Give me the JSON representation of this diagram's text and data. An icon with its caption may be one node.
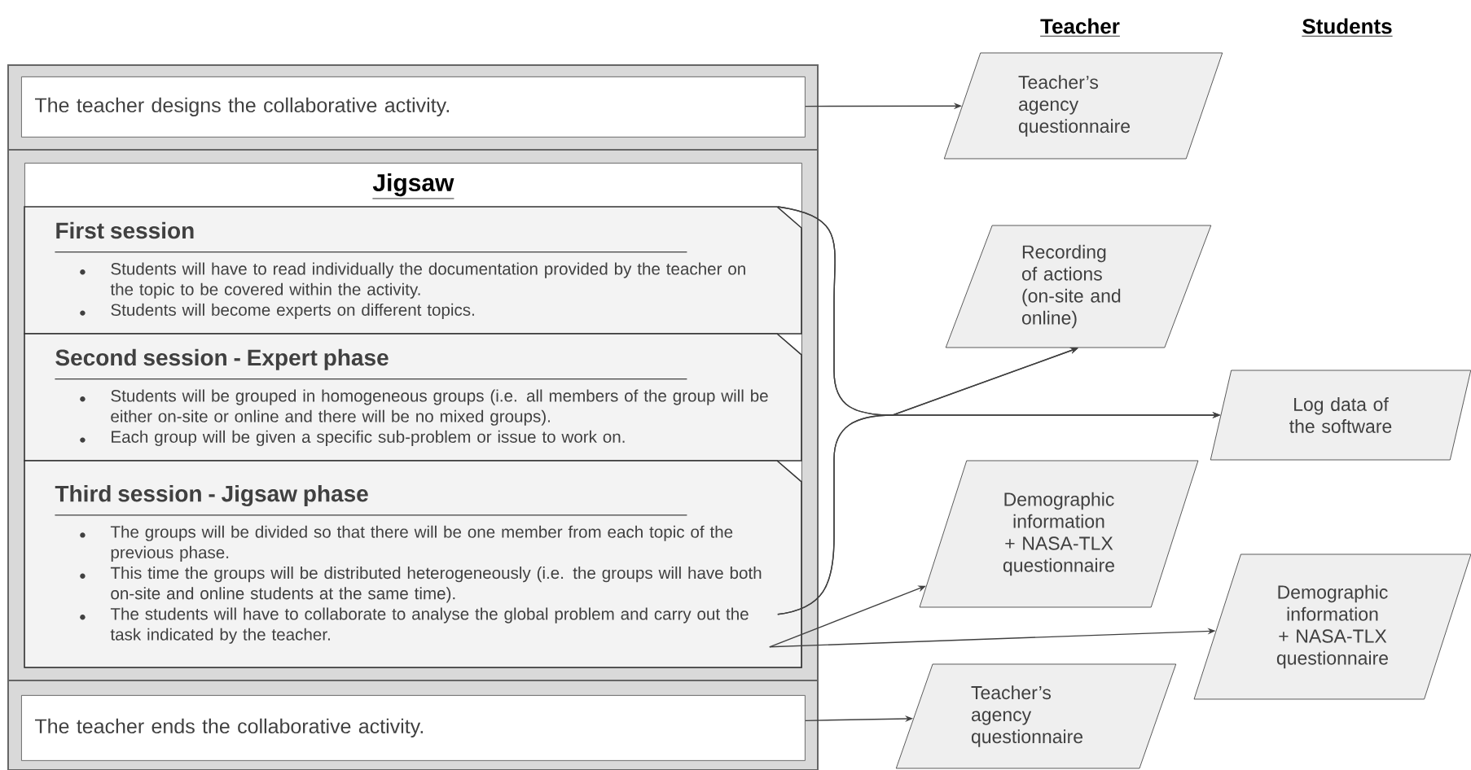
{
  "diagram": {
    "nodes": [
      {
        "text": [
          "The teacher designs the collaborative activity."
        ]
      },
      {
        "text": [
          "Jigsaw"
        ]
      },
      {
        "text": [
          "First session",
          "Students will have to read individually the documentation provided by the teacher on the topic to be covered within the activity.",
          "Students will become experts on different topics."
        ],
        "in": 1
      },
      {
        "text": [
          "Second session - Expert phase",
          "Students will be grouped in homogeneous groups (i.e. all members of the group will be either on-site or online and there will be no mixed groups).",
          "Each group will be given a specific sub-problem or issue to work on."
        ],
        "in": 1
      },
      {
        "text": [
          "Third session - Jigsaw phase",
          "The groups will be divided so that there will be one member from each topic of the previous phase.",
          "This time the groups will be distributed heterogeneously (i.e. the groups will have both on-site and online students at the same time).",
          "The students will have to collaborate to analyse the global problem and carry out the task indicated by the teacher."
        ],
        "in": 1
      },
      {
        "text": [
          "The teacher ends the collaborative activity."
        ]
      },
      {
        "text": [
          "Teacher’s agency questionnaire"
        ]
      },
      {
        "text": [
          "Recording of actions (on-site and online)"
        ]
      },
      {
        "text": [
          "Log data of the software"
        ]
      },
      {
        "text": [
          "Demographic information + NASA-TLX questionnaire"
        ]
      },
      {
        "text": [
          "Demographic information + NASA-TLX questionnaire"
        ]
      },
      {
        "text": [
          "Teacher’s agency questionnaire"
        ]
      }
    ],
    "edges": [
      {
        "from": 0,
        "to": 6,
        "arrow": "to"
      },
      {
        "from": 2,
        "to": 7,
        "arrow": "to"
      },
      {
        "from": 2,
        "to": 8,
        "arrow": "to"
      },
      {
        "from": 4,
        "to": 7,
        "arrow": "to"
      },
      {
        "from": 4,
        "to": 8,
        "arrow": "to"
      },
      {
        "from": 4,
        "to": 9,
        "arrow": "to"
      },
      {
        "from": 4,
        "to": 10,
        "arrow": "to"
      },
      {
        "from": 5,
        "to": 11,
        "arrow": "to"
      }
    ],
    "labels": [
      "Teacher",
      "Students"
    ]
  }
}
